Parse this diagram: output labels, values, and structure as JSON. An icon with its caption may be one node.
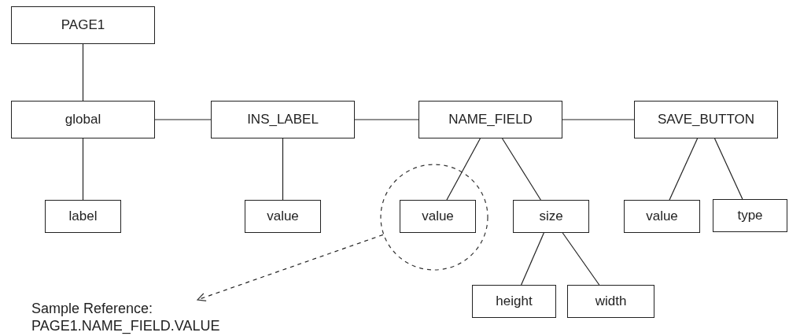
{
  "diagram": {
    "nodes": [
      {
        "text": [
          "PAGE1"
        ]
      },
      {
        "text": [
          "global"
        ]
      },
      {
        "text": [
          "INS_LABEL"
        ]
      },
      {
        "text": [
          "NAME_FIELD"
        ]
      },
      {
        "text": [
          "SAVE_BUTTON"
        ]
      },
      {
        "text": [
          "label"
        ]
      },
      {
        "text": [
          "value"
        ]
      },
      {
        "text": [],
        "shape": "circle"
      },
      {
        "text": [
          "value"
        ],
        "in": 7
      },
      {
        "text": [
          "size"
        ]
      },
      {
        "text": [
          "value"
        ]
      },
      {
        "text": [
          "type"
        ]
      },
      {
        "text": [
          "height"
        ]
      },
      {
        "text": [
          "width"
        ]
      },
      {
        "text": [
          "Sample Reference: PAGE1.NAME_FIELD.VALUE"
        ]
      }
    ],
    "edges": [
      {
        "from": 0,
        "to": 1,
        "arrow": "none"
      },
      {
        "from": 1,
        "to": 2,
        "arrow": "none"
      },
      {
        "from": 2,
        "to": 3,
        "arrow": "none"
      },
      {
        "from": 3,
        "to": 4,
        "arrow": "none"
      },
      {
        "from": 1,
        "to": 5,
        "arrow": "none"
      },
      {
        "from": 2,
        "to": 6,
        "arrow": "none"
      },
      {
        "from": 3,
        "to": 8,
        "arrow": "none"
      },
      {
        "from": 3,
        "to": 9,
        "arrow": "none"
      },
      {
        "from": 4,
        "to": 10,
        "arrow": "none"
      },
      {
        "from": 4,
        "to": 11,
        "arrow": "none"
      },
      {
        "from": 9,
        "to": 12,
        "arrow": "none"
      },
      {
        "from": 9,
        "to": 13,
        "arrow": "none"
      },
      {
        "from": 7,
        "to": 14,
        "arrow": "to",
        "style": "dashed"
      }
    ]
  }
}
